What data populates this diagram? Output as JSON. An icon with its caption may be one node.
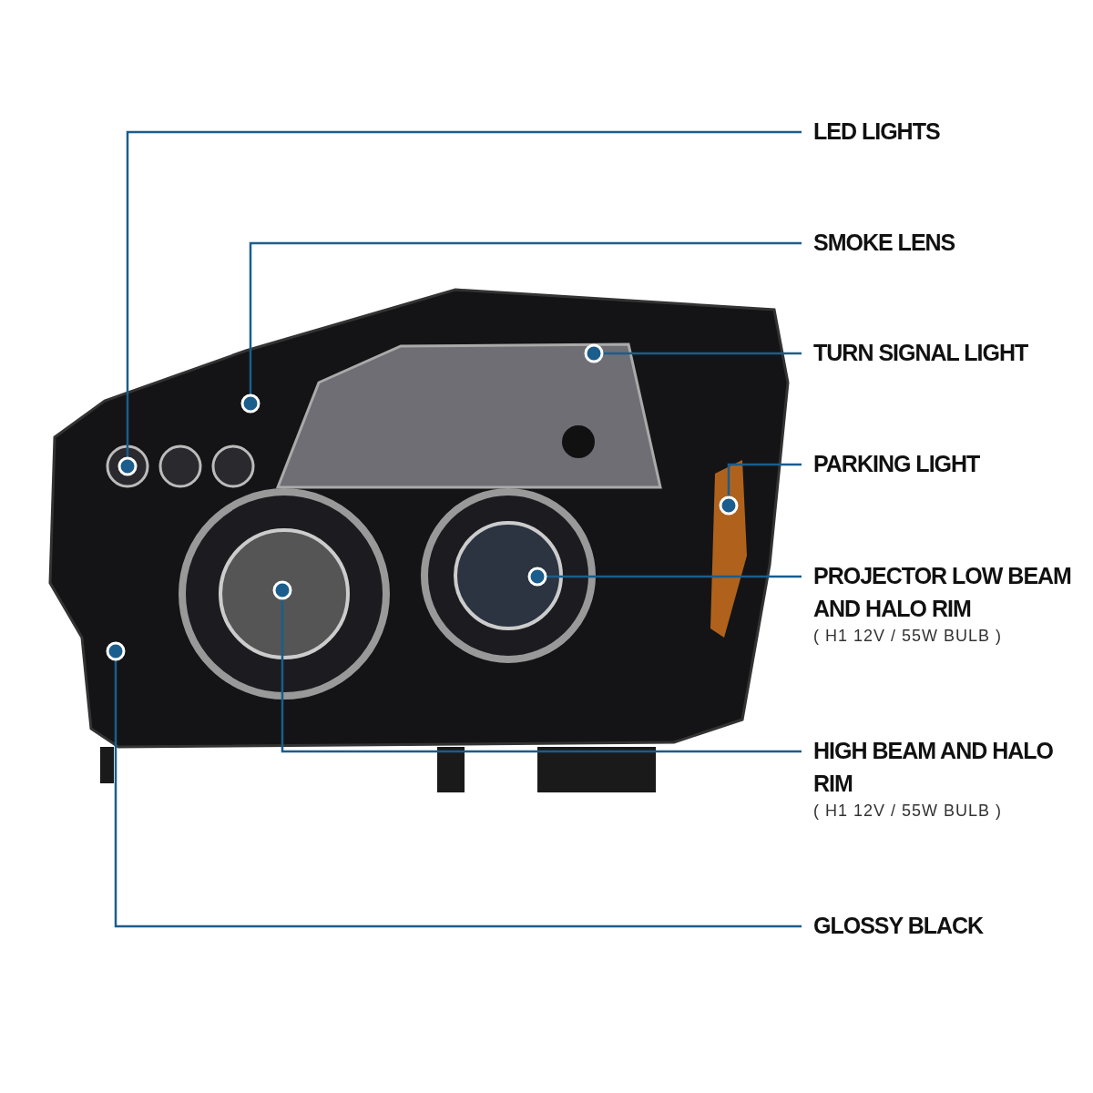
{
  "diagram": {
    "nodes": [
      {
        "text": [
          "LED LIGHTS"
        ]
      },
      {
        "text": [
          "SMOKE LENS"
        ]
      },
      {
        "text": [
          "TURN SIGNAL LIGHT"
        ]
      },
      {
        "text": [
          "PARKING LIGHT"
        ]
      },
      {
        "text": [
          "PROJECTOR LOW BEAM AND HALO RIM",
          "( H1 12V / 55W BULB )"
        ]
      },
      {
        "text": [
          "HIGH BEAM AND HALO RIM",
          "( H1 12V / 55W BULB )"
        ]
      },
      {
        "text": [
          "GLOSSY BLACK"
        ]
      }
    ],
    "edges": [
      {
        "from": 0,
        "to": null,
        "arrow": "other"
      },
      {
        "from": 1,
        "to": null,
        "arrow": "other"
      },
      {
        "from": 2,
        "to": null,
        "arrow": "other"
      },
      {
        "from": 3,
        "to": null,
        "arrow": "other"
      },
      {
        "from": 4,
        "to": null,
        "arrow": "other"
      },
      {
        "from": 5,
        "to": null,
        "arrow": "other"
      },
      {
        "from": 6,
        "to": null,
        "arrow": "other"
      }
    ]
  }
}
